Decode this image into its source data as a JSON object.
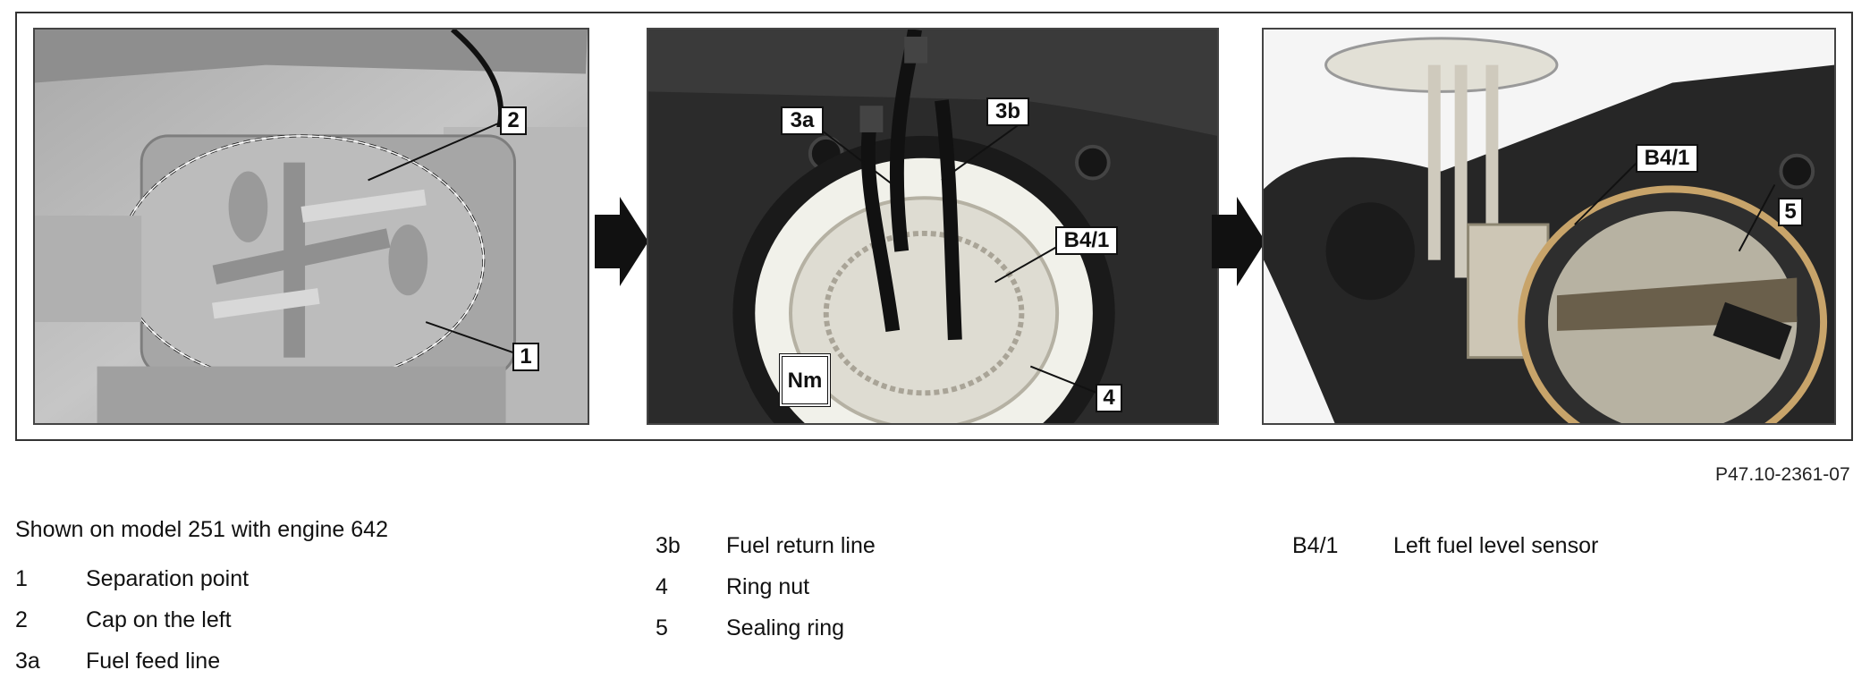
{
  "figure": {
    "panels": [
      {
        "name": "panel-cap",
        "callouts": [
          "2",
          "1"
        ]
      },
      {
        "name": "panel-open",
        "callouts": [
          "3a",
          "3b",
          "B4/1",
          "Nm",
          "4"
        ]
      },
      {
        "name": "panel-sensor",
        "callouts": [
          "B4/1",
          "5"
        ]
      }
    ],
    "arrow_icon": "right-arrow-icon",
    "reference": "P47.10-2361-07"
  },
  "caption": "Shown on model 251 with engine 642",
  "legend": {
    "col1": [
      {
        "code": "1",
        "desc": "Separation point"
      },
      {
        "code": "2",
        "desc": "Cap on the left"
      },
      {
        "code": "3a",
        "desc": "Fuel feed line"
      }
    ],
    "col2": [
      {
        "code": "3b",
        "desc": "Fuel return line"
      },
      {
        "code": "4",
        "desc": "Ring nut"
      },
      {
        "code": "5",
        "desc": "Sealing ring"
      }
    ],
    "col3": [
      {
        "code": "B4/1",
        "desc": "Left fuel level sensor"
      }
    ]
  },
  "colors": {
    "photo_dark": "#2a2a2a",
    "photo_light": "#bdbdbd",
    "ring": "#efefe8"
  }
}
